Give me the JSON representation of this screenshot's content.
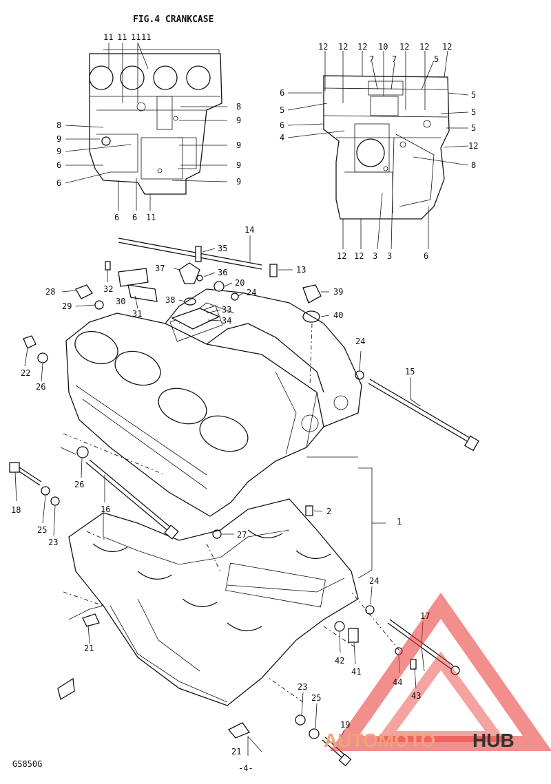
{
  "title": "FIG.4  CRANKCASE",
  "model_code": "GS850G",
  "page_number": "-4-",
  "watermark": {
    "part1": "AUTOMOTO",
    "part2": "HUB",
    "accent_color": "#e8322e",
    "secondary_color": "#f2a27a",
    "dark_color": "#333333"
  },
  "callouts_top_left": [
    {
      "text": "11"
    },
    {
      "text": "11"
    },
    {
      "text": "11"
    },
    {
      "text": "11"
    },
    {
      "text": "8"
    },
    {
      "text": "9"
    },
    {
      "text": "9"
    },
    {
      "text": "9"
    },
    {
      "text": "9"
    },
    {
      "text": "8"
    },
    {
      "text": "9"
    },
    {
      "text": "9"
    },
    {
      "text": "6"
    },
    {
      "text": "6"
    },
    {
      "text": "6"
    },
    {
      "text": "6"
    },
    {
      "text": "11"
    }
  ],
  "callouts_top_right": [
    {
      "text": "12"
    },
    {
      "text": "12"
    },
    {
      "text": "12"
    },
    {
      "text": "10"
    },
    {
      "text": "12"
    },
    {
      "text": "12"
    },
    {
      "text": "12"
    },
    {
      "text": "7"
    },
    {
      "text": "7"
    },
    {
      "text": "5"
    },
    {
      "text": "6"
    },
    {
      "text": "5"
    },
    {
      "text": "6"
    },
    {
      "text": "4"
    },
    {
      "text": "5"
    },
    {
      "text": "5"
    },
    {
      "text": "5"
    },
    {
      "text": "12"
    },
    {
      "text": "8"
    },
    {
      "text": "12"
    },
    {
      "text": "12"
    },
    {
      "text": "3"
    },
    {
      "text": "3"
    },
    {
      "text": "6"
    }
  ],
  "callouts_main": [
    {
      "text": "14"
    },
    {
      "text": "35"
    },
    {
      "text": "37"
    },
    {
      "text": "36"
    },
    {
      "text": "13"
    },
    {
      "text": "32"
    },
    {
      "text": "20"
    },
    {
      "text": "28"
    },
    {
      "text": "30"
    },
    {
      "text": "24"
    },
    {
      "text": "39"
    },
    {
      "text": "29"
    },
    {
      "text": "38"
    },
    {
      "text": "33"
    },
    {
      "text": "31"
    },
    {
      "text": "34"
    },
    {
      "text": "40"
    },
    {
      "text": "22"
    },
    {
      "text": "24"
    },
    {
      "text": "26"
    },
    {
      "text": "15"
    },
    {
      "text": "26"
    },
    {
      "text": "16"
    },
    {
      "text": "18"
    },
    {
      "text": "1"
    },
    {
      "text": "2"
    },
    {
      "text": "25"
    },
    {
      "text": "23"
    },
    {
      "text": "27"
    },
    {
      "text": "24"
    },
    {
      "text": "21"
    },
    {
      "text": "17"
    },
    {
      "text": "42"
    },
    {
      "text": "41"
    },
    {
      "text": "44"
    },
    {
      "text": "43"
    },
    {
      "text": "23"
    },
    {
      "text": "25"
    },
    {
      "text": "19"
    },
    {
      "text": "21"
    }
  ]
}
